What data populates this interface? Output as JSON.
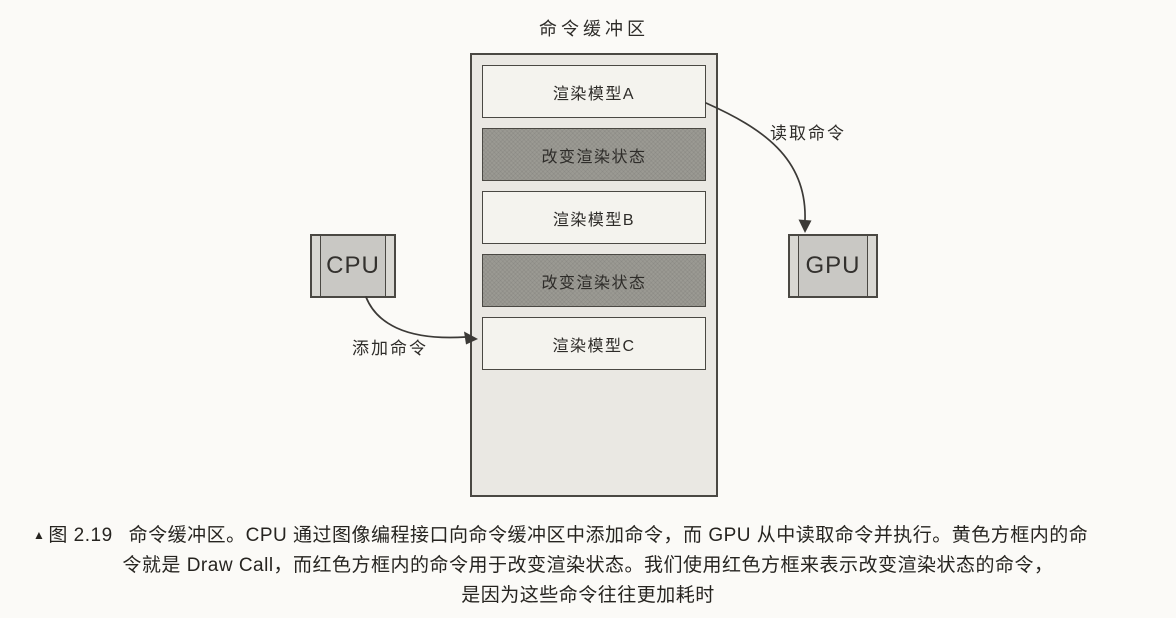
{
  "colors": {
    "page_bg": "#fbfaf7",
    "buffer_fill": "#eae8e3",
    "light_box_fill": "#f4f3ee",
    "dark_box_fill": "#9b9a93",
    "chip_fill": "#c9c8c4",
    "chip_stripe": "#d9d8d3",
    "border": "#4a4843",
    "line": "#3c3a37",
    "text": "#2e2c29"
  },
  "diagram": {
    "title": "命令缓冲区",
    "buffer_commands": [
      {
        "label": "渲染模型A",
        "type": "draw"
      },
      {
        "label": "改变渲染状态",
        "type": "state"
      },
      {
        "label": "渲染模型B",
        "type": "draw"
      },
      {
        "label": "改变渲染状态",
        "type": "state"
      },
      {
        "label": "渲染模型C",
        "type": "draw"
      }
    ],
    "cpu_label": "CPU",
    "gpu_label": "GPU",
    "add_command_label": "添加命令",
    "read_command_label": "读取命令"
  },
  "caption": {
    "marker": "▲",
    "figure_number": "图 2.19",
    "line1": "命令缓冲区。CPU 通过图像编程接口向命令缓冲区中添加命令，而 GPU 从中读取命令并执行。黄色方框内的命",
    "line2": "令就是 Draw Call，而红色方框内的命令用于改变渲染状态。我们使用红色方框来表示改变渲染状态的命令，",
    "line3": "是因为这些命令往往更加耗时"
  }
}
